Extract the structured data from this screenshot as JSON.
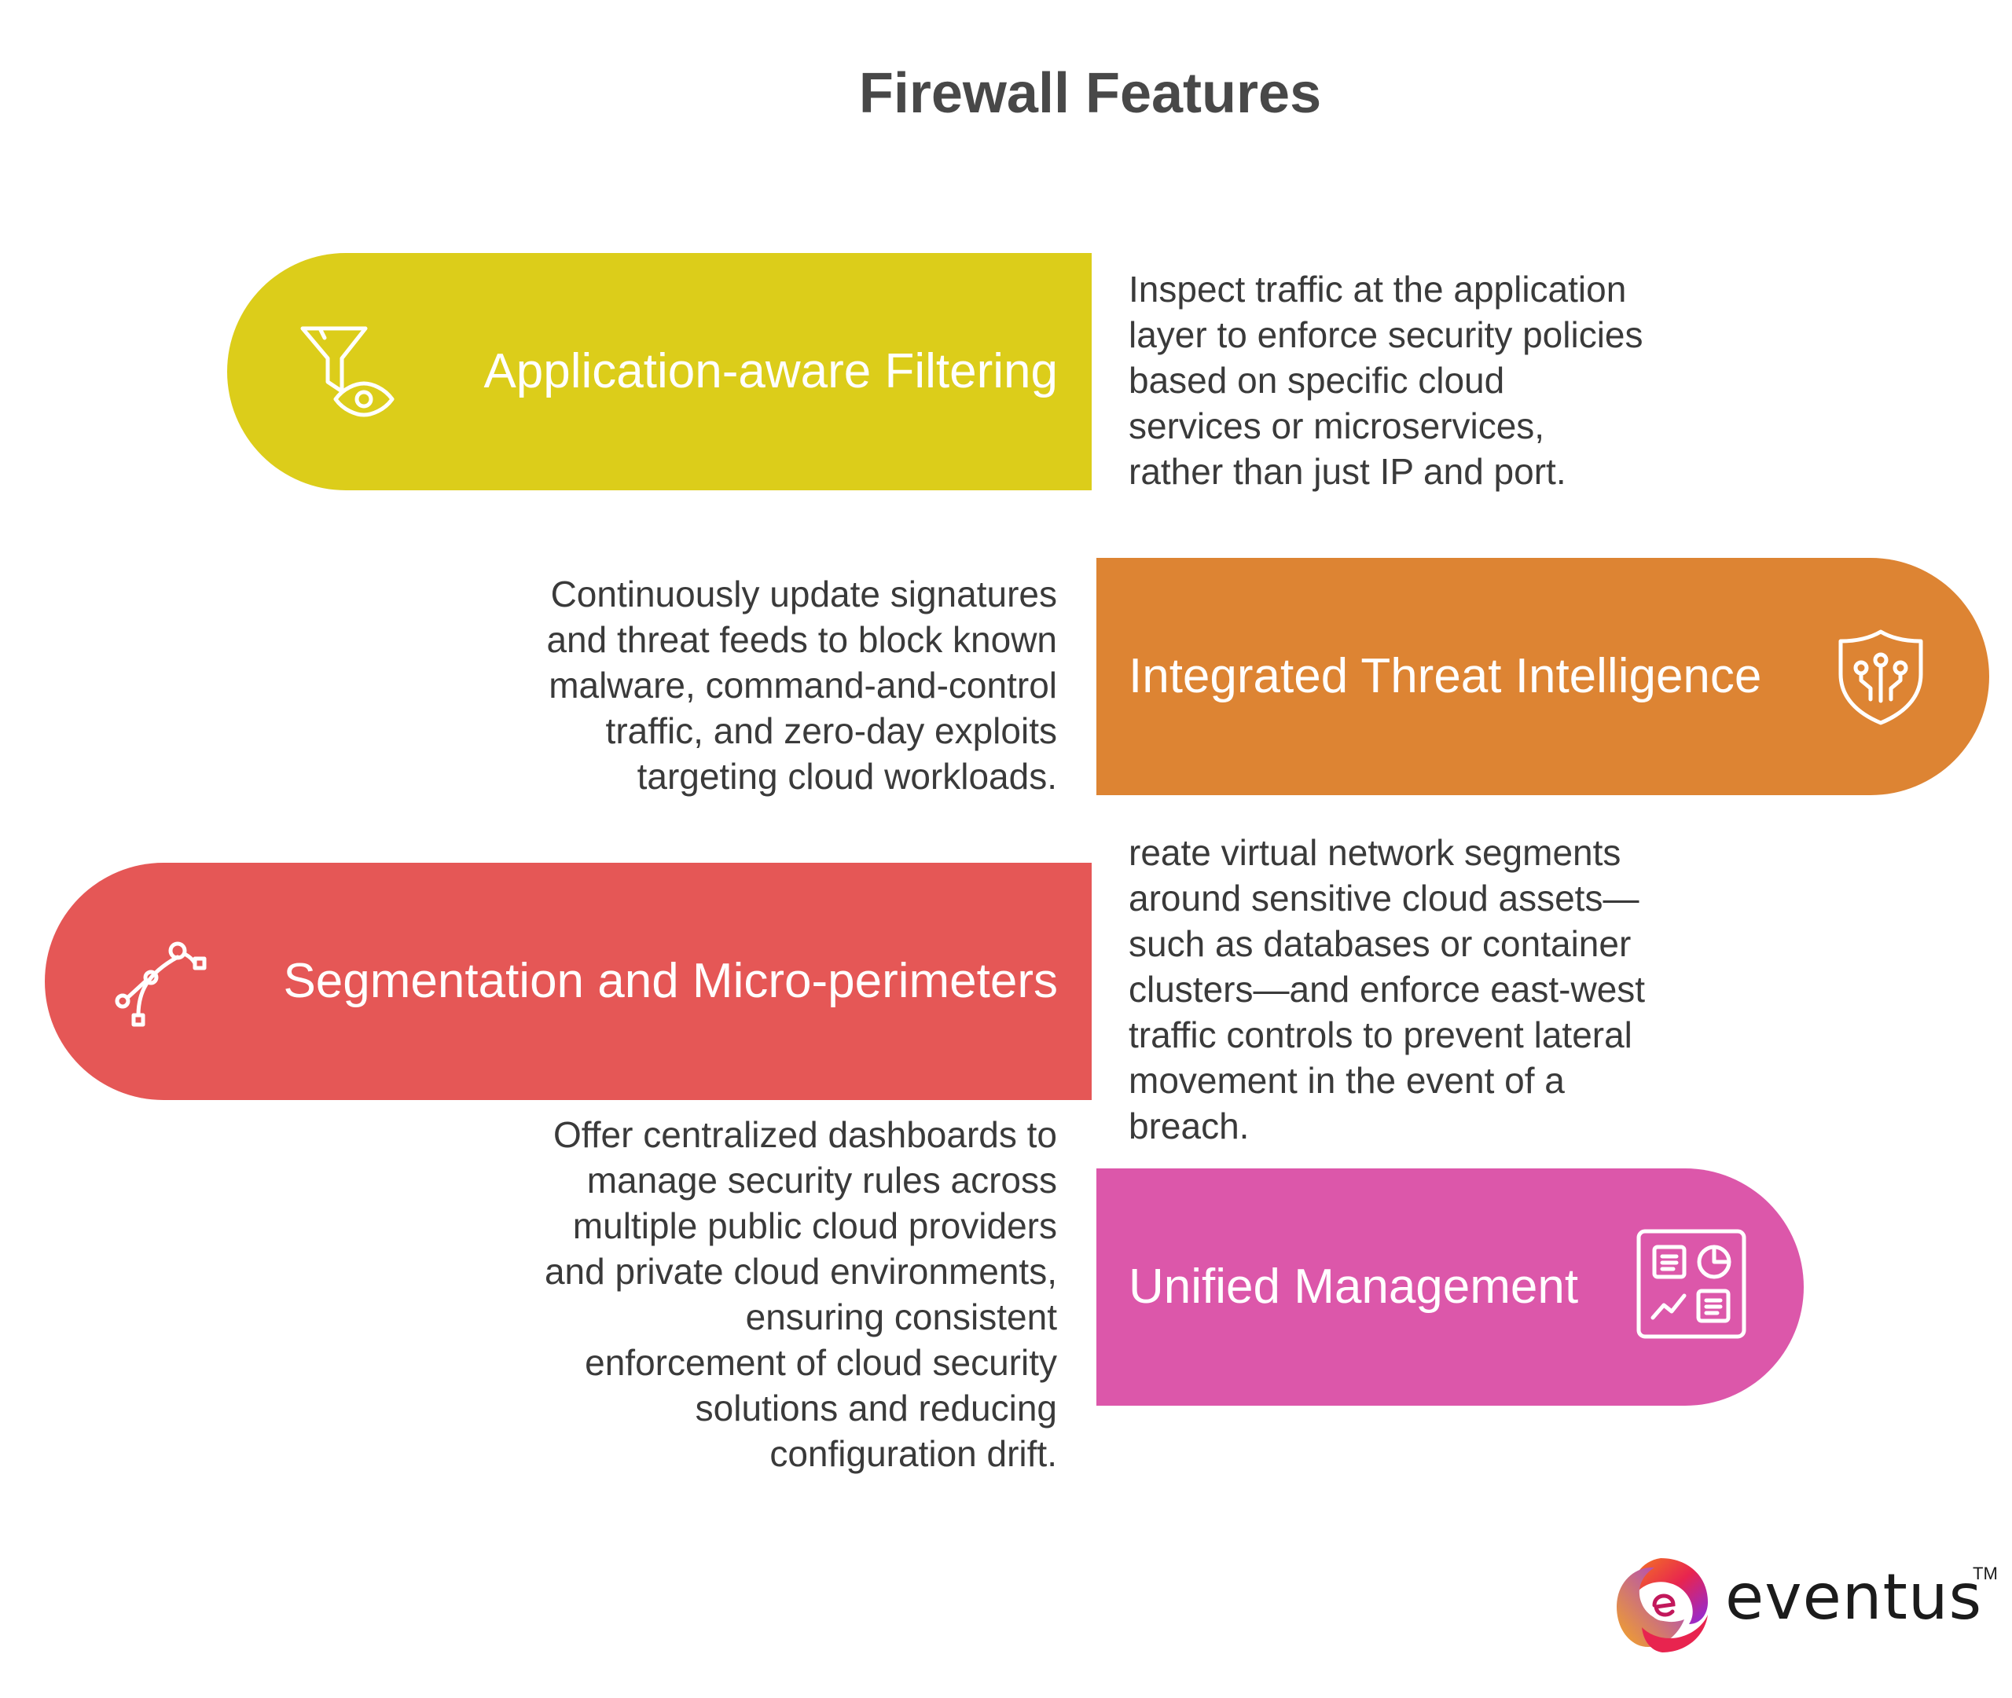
{
  "title": "Firewall Features",
  "colors": {
    "application_filtering": "#dccd1a",
    "threat_intelligence": "#dd8433",
    "segmentation": "#e55756",
    "unified_management": "#dc57aa",
    "title_text": "#484848",
    "body_text": "#3a3a3a"
  },
  "features": [
    {
      "label": "Application-aware Filtering",
      "icon": "filter-eye-icon",
      "description": "Inspect traffic at the application\nlayer to enforce security policies\nbased on specific cloud\nservices or microservices,\nrather than just IP and port."
    },
    {
      "label": "Integrated Threat Intelligence",
      "icon": "shield-circuit-icon",
      "description": "Continuously update signatures\nand threat feeds to block known\nmalware, command-and-control\ntraffic, and zero-day exploits\ntargeting cloud workloads."
    },
    {
      "label": "Segmentation and Micro-perimeters",
      "icon": "bezier-path-icon",
      "description": "reate virtual network segments\naround sensitive cloud assets—\nsuch as databases or container\nclusters—and enforce east-west\ntraffic controls to prevent lateral\nmovement in the event of a\nbreach."
    },
    {
      "label": "Unified Management",
      "icon": "dashboard-icon",
      "description": "Offer centralized dashboards to\nmanage security rules across\nmultiple public cloud providers\nand private cloud environments,\nensuring consistent\nenforcement of cloud security\nsolutions and reducing\nconfiguration drift."
    }
  ],
  "logo": {
    "text": "eventus",
    "trademark": "TM"
  }
}
